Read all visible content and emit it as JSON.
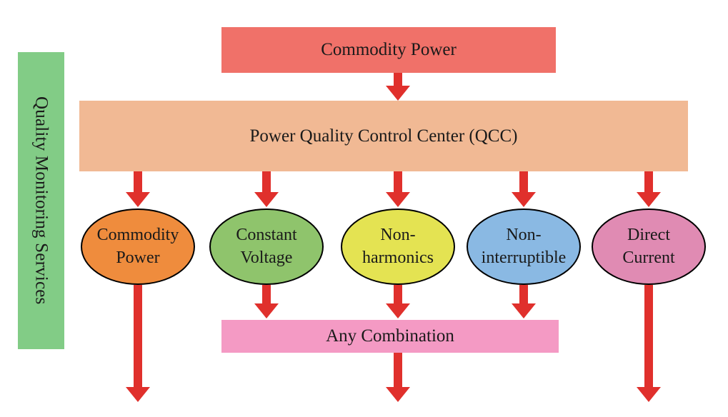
{
  "top_box": {
    "label": "Commodity Power",
    "color": "#f07169"
  },
  "qcc_box": {
    "label": "Power Quality Control Center (QCC)",
    "color": "#f1b994"
  },
  "side_bar": {
    "label": "Quality Monitoring Services",
    "color": "#82cc86"
  },
  "combo_box": {
    "label": "Any Combination",
    "color": "#f49ac4"
  },
  "services": [
    {
      "label": "Commodity\nPower",
      "color": "#ef8c3d"
    },
    {
      "label": "Constant\nVoltage",
      "color": "#8fc46c"
    },
    {
      "label": "Non-\nharmonics",
      "color": "#e4e352"
    },
    {
      "label": "Non-\ninterruptible",
      "color": "#8ab9e3"
    },
    {
      "label": "Direct\nCurrent",
      "color": "#e08bb3"
    }
  ],
  "arrow_color": "#e0302c"
}
